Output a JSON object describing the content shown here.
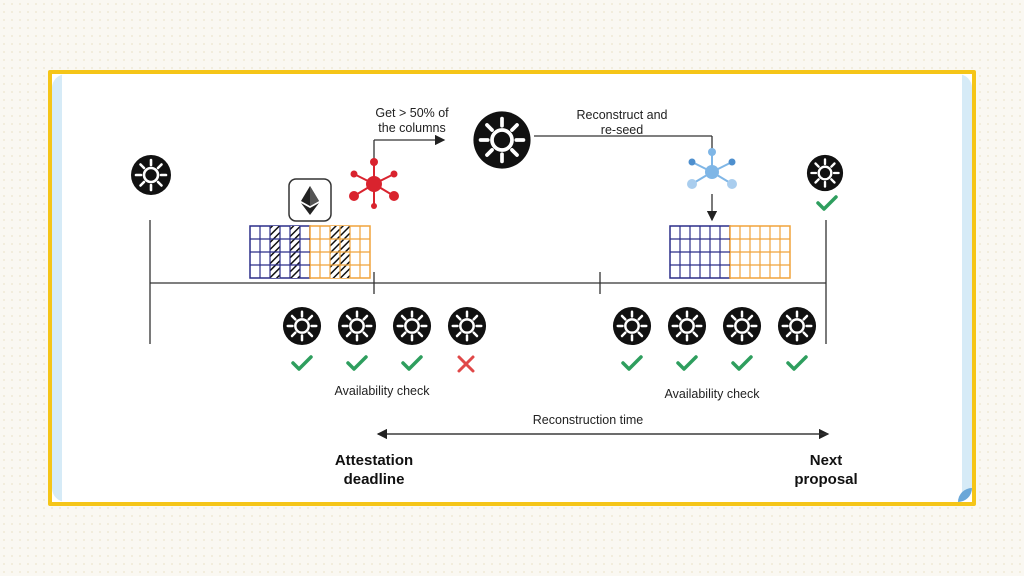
{
  "diagram": {
    "labels": {
      "get_columns_line1": "Get > 50% of",
      "get_columns_line2": "the columns",
      "reconstruct_line1": "Reconstruct and",
      "reconstruct_line2": "re-seed",
      "availability_check_left": "Availability check",
      "availability_check_right": "Availability check",
      "reconstruction_time": "Reconstruction time",
      "attestation_line1": "Attestation",
      "attestation_line2": "deadline",
      "next_line1": "Next",
      "next_line2": "proposal"
    },
    "left_checks": [
      "pass",
      "pass",
      "pass",
      "fail"
    ],
    "right_checks": [
      "pass",
      "pass",
      "pass",
      "pass"
    ],
    "colors": {
      "frame": "#f5c518",
      "check": "#2e9e5e",
      "cross": "#e04848",
      "red_node": "#d9232e",
      "blue_node": "#7fb6e6",
      "grid_navy": "#2b2e8a",
      "grid_orange": "#f0a33b",
      "node_dark": "#111111"
    },
    "icons": [
      "validator-node-icon",
      "ethereum-logo-icon",
      "check-icon",
      "cross-icon",
      "network-node-icon"
    ]
  }
}
